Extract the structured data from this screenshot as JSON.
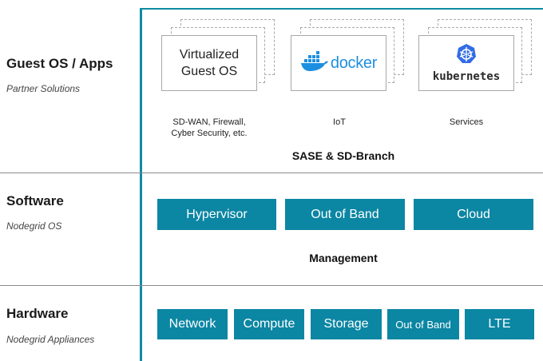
{
  "layers": {
    "guest": {
      "title": "Guest OS / Apps",
      "subtitle": "Partner Solutions"
    },
    "software": {
      "title": "Software",
      "subtitle": "Nodegrid OS"
    },
    "hardware": {
      "title": "Hardware",
      "subtitle": "Nodegrid Appliances"
    }
  },
  "guest_cards": [
    {
      "line1": "Virtualized",
      "line2": "Guest OS",
      "caption1": "SD-WAN, Firewall,",
      "caption2": "Cyber Security, etc."
    },
    {
      "logo_text": "docker",
      "icon": "docker-whale-icon",
      "caption1": "IoT"
    },
    {
      "logo_text": "kubernetes",
      "icon": "kubernetes-helm-icon",
      "caption1": "Services"
    }
  ],
  "guest_group_label": "SASE & SD-Branch",
  "software_boxes": [
    "Hypervisor",
    "Out of Band",
    "Cloud"
  ],
  "software_group_label": "Management",
  "hardware_boxes": [
    "Network",
    "Compute",
    "Storage",
    "Out of Band",
    "LTE"
  ],
  "colors": {
    "accent": "#0b86a3",
    "frame": "#0e8aa5",
    "docker_blue": "#1d8fe0",
    "k8s_blue": "#326ce5"
  }
}
